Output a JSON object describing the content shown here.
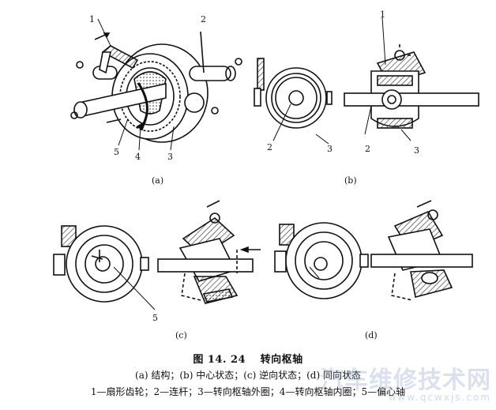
{
  "figure": {
    "title": "图 14. 24　 转向枢轴",
    "subtitle": "(a) 结构；(b) 中心状态；(c) 逆向状态；(d) 同向状态",
    "legend": "1—扇形齿轮；2—连杆；3—转向枢轴外圈；4—转向枢轴内圈；5—偏心轴"
  },
  "panels": {
    "a": {
      "label": "(a)",
      "callouts": [
        "1",
        "2",
        "5",
        "4",
        "3"
      ]
    },
    "b": {
      "label": "(b)",
      "callouts": [
        "2",
        "3",
        "1",
        "2",
        "3"
      ]
    },
    "c": {
      "label": "(c)",
      "callouts": [
        "5"
      ]
    },
    "d": {
      "label": "(d)",
      "callouts": []
    }
  },
  "watermark": {
    "text": "汽车维修技术网",
    "url": "www.qcwxjs.com"
  },
  "colors": {
    "ink": "#111111",
    "hatch": "#333333",
    "watermark": "#9aaacd"
  }
}
